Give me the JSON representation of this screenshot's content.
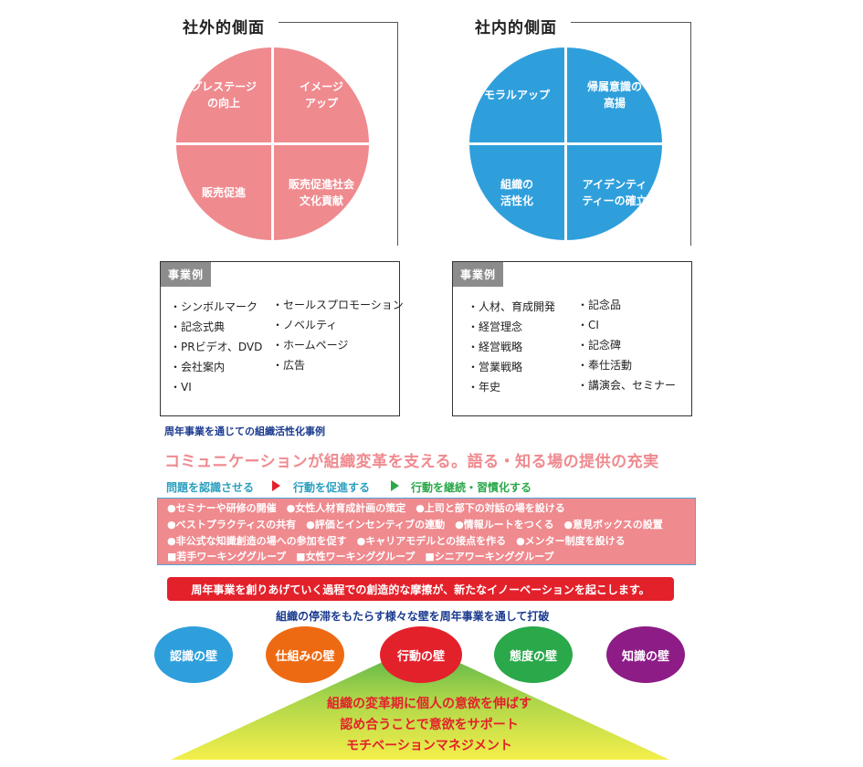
{
  "left_section": {
    "title": "社外的側面",
    "quadrants": [
      "プレステージ\nの向上",
      "イメージ\nアップ",
      "販売促進",
      "販売促進社会\n文化貢献"
    ],
    "box_tag": "事業例",
    "col1": [
      "・シンボルマーク",
      "・記念式典",
      "・PRビデオ、DVD",
      "・会社案内",
      "・VI"
    ],
    "col2": [
      "・セールスプロモーション",
      "・ノベルティ",
      "・ホームページ",
      "・広告"
    ]
  },
  "right_section": {
    "title": "社内的側面",
    "quadrants": [
      "モラルアップ",
      "帰属意識の\n高揚",
      "組織の\n活性化",
      "アイデンティ\nティーの確立"
    ],
    "box_tag": "事業例",
    "col1": [
      "・人材、育成開発",
      "・経営理念",
      "・経営戦略",
      "・営業戦略",
      "・年史"
    ],
    "col2": [
      "・記念品",
      "・CI",
      "・記念碑",
      "・奉仕活動",
      "・講演会、セミナー"
    ]
  },
  "case_heading": "周年事業を通じての組織活性化事例",
  "headline": "コミュニケーションが組織変革を支える。語る・知る場の提供の充実",
  "flow": [
    "問題を認識させる",
    "行動を促進する",
    "行動を継続・習慣化する"
  ],
  "activities": [
    "●セミナーや研修の開催　●女性人材育成計画の策定　●上司と部下の対話の場を設ける",
    "●ベストプラクティスの共有　●評価とインセンティブの連動　●情報ルートをつくる　●意見ボックスの設置",
    "●非公式な知識創造の場への参加を促す　●キャリアモデルとの接点を作る　●メンター制度を設ける",
    "■若手ワーキンググループ　■女性ワーキンググループ　■シニアワーキンググループ"
  ],
  "red_banner": "周年事業を創りあげていく過程での創造的な摩擦が、新たなイノーベーションを起こします。",
  "walls_caption": "組織の停滞をもたらす様々な壁を周年事業を通して打破",
  "walls": [
    "認識の壁",
    "仕組みの壁",
    "行動の壁",
    "態度の壁",
    "知識の壁"
  ],
  "pyramid_lines": [
    "組織の変革期に個人の意欲を伸ばす",
    "認め合うことで意欲をサポート",
    "モチベーションマネジメント"
  ],
  "colors": {
    "pink": "#ef8a8f",
    "blue": "#2f9fdc",
    "red": "#e3212b",
    "orange": "#ee6a12",
    "green": "#2aa84a",
    "purple": "#8d1c86",
    "navy": "#1a3a8f",
    "yellow": "#f4ef4a"
  }
}
